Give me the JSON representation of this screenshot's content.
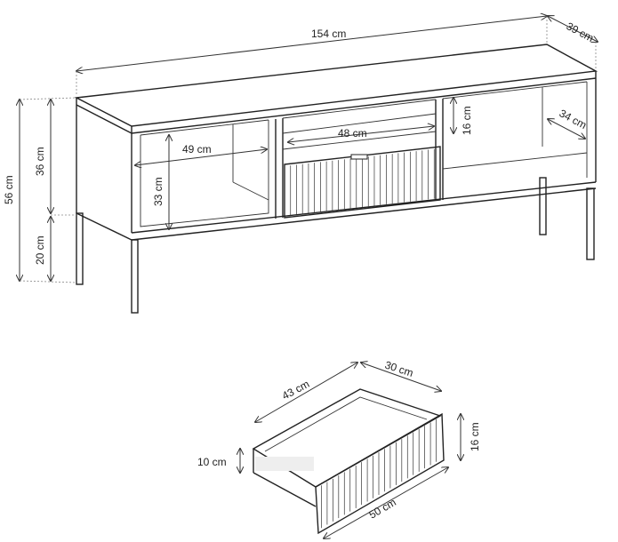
{
  "cabinet": {
    "width": "154 cm",
    "depth": "39 cm",
    "total_height": "56 cm",
    "body_height": "36 cm",
    "leg_height": "20 cm",
    "left_opening_width": "49 cm",
    "left_opening_height": "33 cm",
    "center_opening_width": "48 cm",
    "center_opening_height": "16 cm",
    "right_opening_depth": "34 cm"
  },
  "drawer": {
    "depth": "43 cm",
    "side_depth": "30 cm",
    "front_height": "16 cm",
    "box_height": "10 cm",
    "front_width": "50 cm"
  }
}
